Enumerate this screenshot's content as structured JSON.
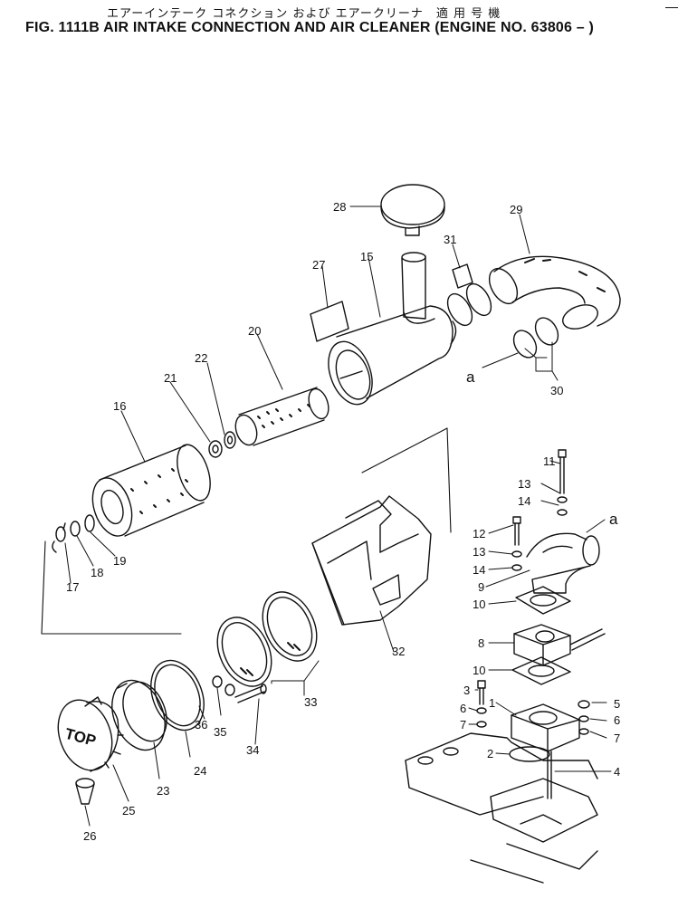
{
  "header": {
    "title_jp": "エアーインテーク コネクション および エアークリーナ　適 用 号 機",
    "title_en": "FIG. 1111B  AIR INTAKE CONNECTION AND AIR CLEANER (ENGINE NO. 63806 – )"
  },
  "diagram": {
    "callout_numbers": [
      "1",
      "2",
      "3",
      "4",
      "5",
      "6",
      "6",
      "7",
      "7",
      "8",
      "9",
      "10",
      "10",
      "11",
      "12",
      "13",
      "13",
      "14",
      "14",
      "15",
      "16",
      "17",
      "18",
      "19",
      "20",
      "21",
      "22",
      "23",
      "24",
      "25",
      "26",
      "27",
      "28",
      "29",
      "30",
      "31",
      "32",
      "33",
      "34",
      "35",
      "36"
    ],
    "reference_letter": "a",
    "cover_text": "TOP"
  }
}
